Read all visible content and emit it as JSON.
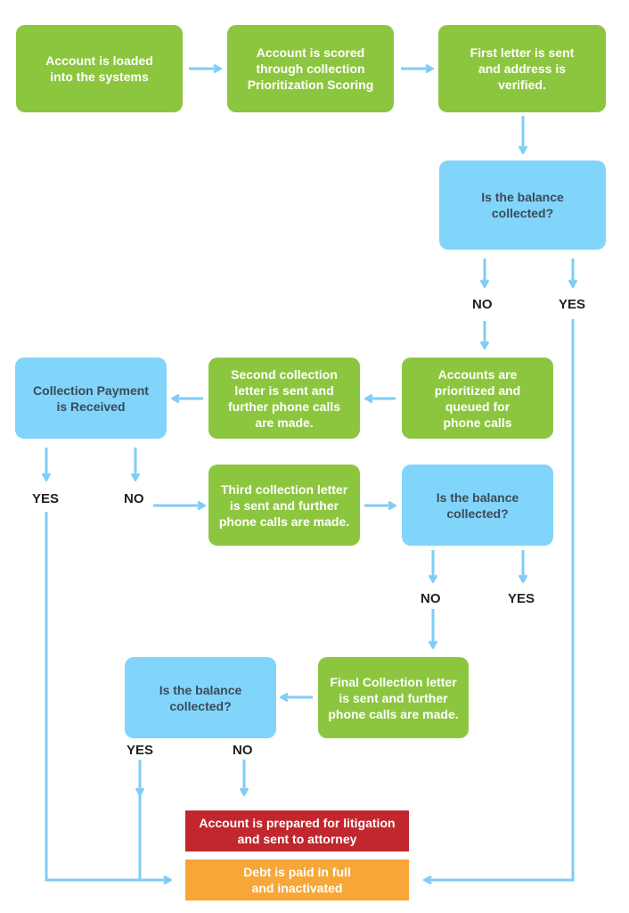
{
  "colors": {
    "process": "#8cc63f",
    "decision": "#81d4fa",
    "arrow": "#7fcdf5",
    "litigation": "#c1272d",
    "paid": "#f7a738"
  },
  "nodes": {
    "loaded": "Account is loaded\ninto the systems",
    "scored": "Account is scored\nthrough collection\nPrioritization Scoring",
    "first_letter": "First letter is sent\nand address is\nverified.",
    "decision1": "Is the balance\ncollected?",
    "prioritized": "Accounts are\nprioritized and\nqueued for\nphone calls",
    "second_letter": "Second collection\nletter is sent and\nfurther phone calls\nare made.",
    "payment_received": "Collection Payment\nis Received",
    "third_letter": "Third collection letter\nis sent and further\nphone calls are made.",
    "decision2": "Is the balance\ncollected?",
    "final_letter": "Final Collection letter\nis sent and further\nphone calls are made.",
    "decision3": "Is the balance\ncollected?",
    "litigation": "Account is prepared for litigation\nand sent to attorney",
    "paid": "Debt is paid in full\nand inactivated"
  },
  "labels": {
    "d1_no": "NO",
    "d1_yes": "YES",
    "pay_yes": "YES",
    "pay_no": "NO",
    "d2_no": "NO",
    "d2_yes": "YES",
    "d3_yes": "YES",
    "d3_no": "NO"
  }
}
